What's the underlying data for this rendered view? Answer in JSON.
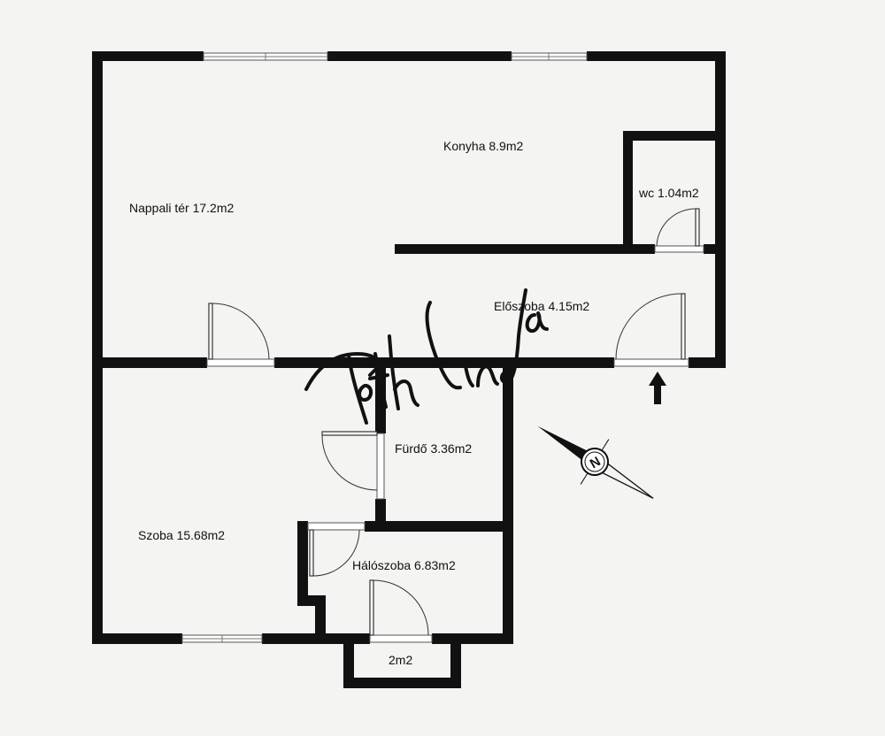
{
  "floorplan": {
    "colors": {
      "background": "#f4f4f2",
      "wall": "#111111",
      "window": "#ffffff"
    },
    "rooms": {
      "living": "Nappali tér 17.2m2",
      "kitchen": "Konyha 8.9m2",
      "wc": "wc 1.04m2",
      "hall": "Előszoba 4.15m2",
      "bath": "Fürdő 3.36m2",
      "room": "Szoba 15.68m2",
      "bedroom": "Hálószoba 6.83m2",
      "balcony": "2m2"
    },
    "compass": {
      "letter": "N",
      "icon": "compass-icon"
    },
    "entrance": {
      "icon": "entrance-arrow-icon"
    },
    "watermark": "Tóth Linda"
  }
}
